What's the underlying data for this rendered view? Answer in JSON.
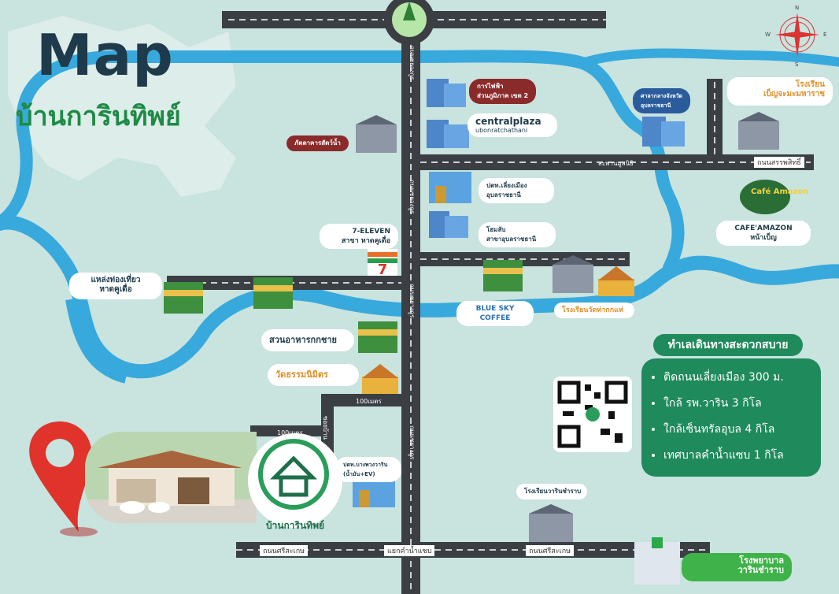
{
  "title": {
    "main": "Map",
    "sub": "บ้านการินทิพย์"
  },
  "compass": {
    "n": "N",
    "s": "S",
    "e": "E",
    "w": "W"
  },
  "roads": {
    "sapphasit": "ถนนสรรพสิทธิ์",
    "sapphasit_small": "สะพานมูลนิธิ",
    "chayangkun_top": "ถนนชยางกูร",
    "chayangkun_mid": "ถนนชยางกูร",
    "chayangkun_low": "ถนนชยางกูร",
    "chayangkun_vert": "ถนนชยางกูร",
    "srisaket_left": "ถนนศรีสะเกษ",
    "srisaket_right": "ถนนศรีสะเกษ",
    "intersection": "แยกคำน้ำแซบ",
    "dist_100_a": "100เมตร",
    "dist_100_b": "100เมตร",
    "side_road": "ซอยบ้าน"
  },
  "places": {
    "restaurant_1": "ภัตตาคารสัตว์น้ำ",
    "electric": "การไฟฟ้า\nส่วนภูมิภาค เขต 2",
    "central": "centralplaza",
    "central_sub": "ubonratchathani",
    "provincial": "ศาลากลางจังหวัด\nอุบลราชธานี",
    "school_top": "โรงเรียน\nเบ็ญจะมะมหาราช",
    "ptt_1": "ปตท.เลี่ยงเมือง\nอุบลราชธานี",
    "hotel": "โฮมลับ\nสาขาอุบลราชธานี",
    "seven": "7-ELEVEN\nสาขา หาดคูเดื่อ",
    "amazon_logo": "Café Amazon",
    "amazon": "CAFE'AMAZON\nหน้าเบ็ญ",
    "tourist": "แหล่งท่องเที่ยว\nหาดคูเดื่อ",
    "bluesky": "BLUE SKY\nCOFFEE",
    "school_wat": "โรงเรียนวัดท่ากกแห่",
    "food_garden": "สวนอาหารกกชาย",
    "temple": "วัดธรรมนิมิตร",
    "ptt_2": "ปตท.บางพวงวาริน\n(น้ำมัน+EV)",
    "school_warin": "โรงเรียนวารินชำราบ",
    "hospital": "โรงพยาบาล\nวารินชำราบ",
    "house_logo": "บ้านการินทิพย์"
  },
  "travel": {
    "heading": "ทำเลเดินทางสะดวกสบาย",
    "items": [
      "ติดถนนเลี่ยงเมือง 300 ม.",
      "ใกล้ รพ.วาริน 3 กิโล",
      "ใกล้เซ็นทรัลอุบล 4 กิโล",
      "เทศบาลคำน้ำแซบ 1 กิโล"
    ]
  },
  "colors": {
    "background": "#c9e3df",
    "river": "#38a9dc",
    "road": "#3b3f44",
    "accent_green": "#1f8a5b",
    "pin_red": "#e0332b"
  }
}
